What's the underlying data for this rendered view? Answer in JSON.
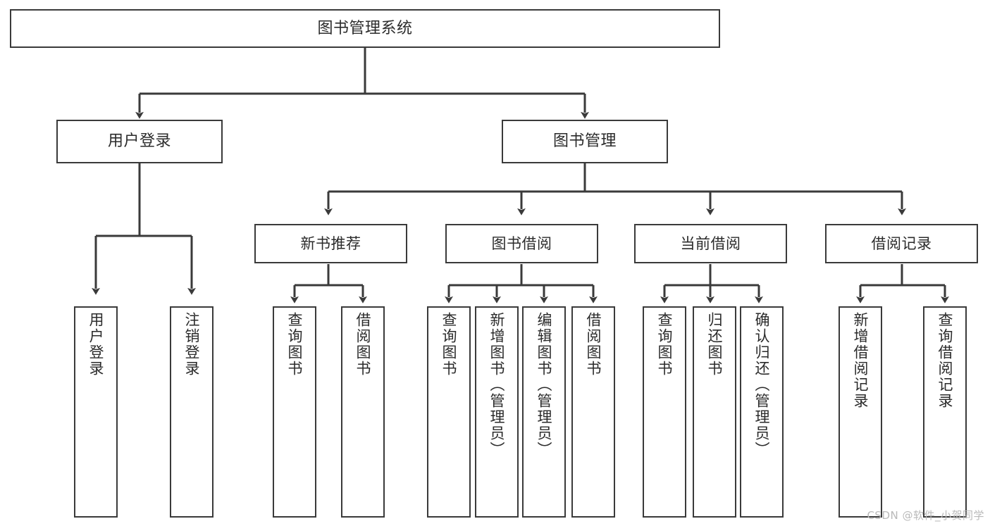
{
  "diagram": {
    "type": "tree-hierarchy-flowchart",
    "title": "图书管理系统",
    "line_color": "#3a3a3a",
    "box_fill": "#ffffff",
    "text_color": "#2b2b2b",
    "background": "#ffffff",
    "nodes": {
      "root": {
        "label": "图书管理系统"
      },
      "level2": [
        {
          "id": "user-login",
          "label": "用户登录"
        },
        {
          "id": "book-management",
          "label": "图书管理"
        }
      ],
      "level3": [
        {
          "id": "new-book-recommend",
          "label": "新书推荐"
        },
        {
          "id": "book-borrow",
          "label": "图书借阅"
        },
        {
          "id": "current-borrow",
          "label": "当前借阅"
        },
        {
          "id": "borrow-record",
          "label": "借阅记录"
        }
      ],
      "leaves": [
        {
          "id": "leaf-user-login",
          "parent": "user-login",
          "label": "用户登录"
        },
        {
          "id": "leaf-logout-login",
          "parent": "user-login",
          "label": "注销登录"
        },
        {
          "id": "leaf-query-book-1",
          "parent": "new-book-recommend",
          "label": "查询图书"
        },
        {
          "id": "leaf-borrow-book-1",
          "parent": "new-book-recommend",
          "label": "借阅图书"
        },
        {
          "id": "leaf-query-book-2",
          "parent": "book-borrow",
          "label": "查询图书"
        },
        {
          "id": "leaf-add-book",
          "parent": "book-borrow",
          "label": "新增图书（管理员）"
        },
        {
          "id": "leaf-edit-book",
          "parent": "book-borrow",
          "label": "编辑图书（管理员）"
        },
        {
          "id": "leaf-borrow-book-2",
          "parent": "book-borrow",
          "label": "借阅图书"
        },
        {
          "id": "leaf-query-book-3",
          "parent": "current-borrow",
          "label": "查询图书"
        },
        {
          "id": "leaf-return-book",
          "parent": "current-borrow",
          "label": "归还图书"
        },
        {
          "id": "leaf-confirm-return",
          "parent": "current-borrow",
          "label": "确认归还（管理员）"
        },
        {
          "id": "leaf-add-record",
          "parent": "borrow-record",
          "label": "新增借阅记录"
        },
        {
          "id": "leaf-query-record",
          "parent": "borrow-record",
          "label": "查询借阅记录"
        }
      ]
    },
    "watermark": "CSDN @软件_小贺同学"
  }
}
